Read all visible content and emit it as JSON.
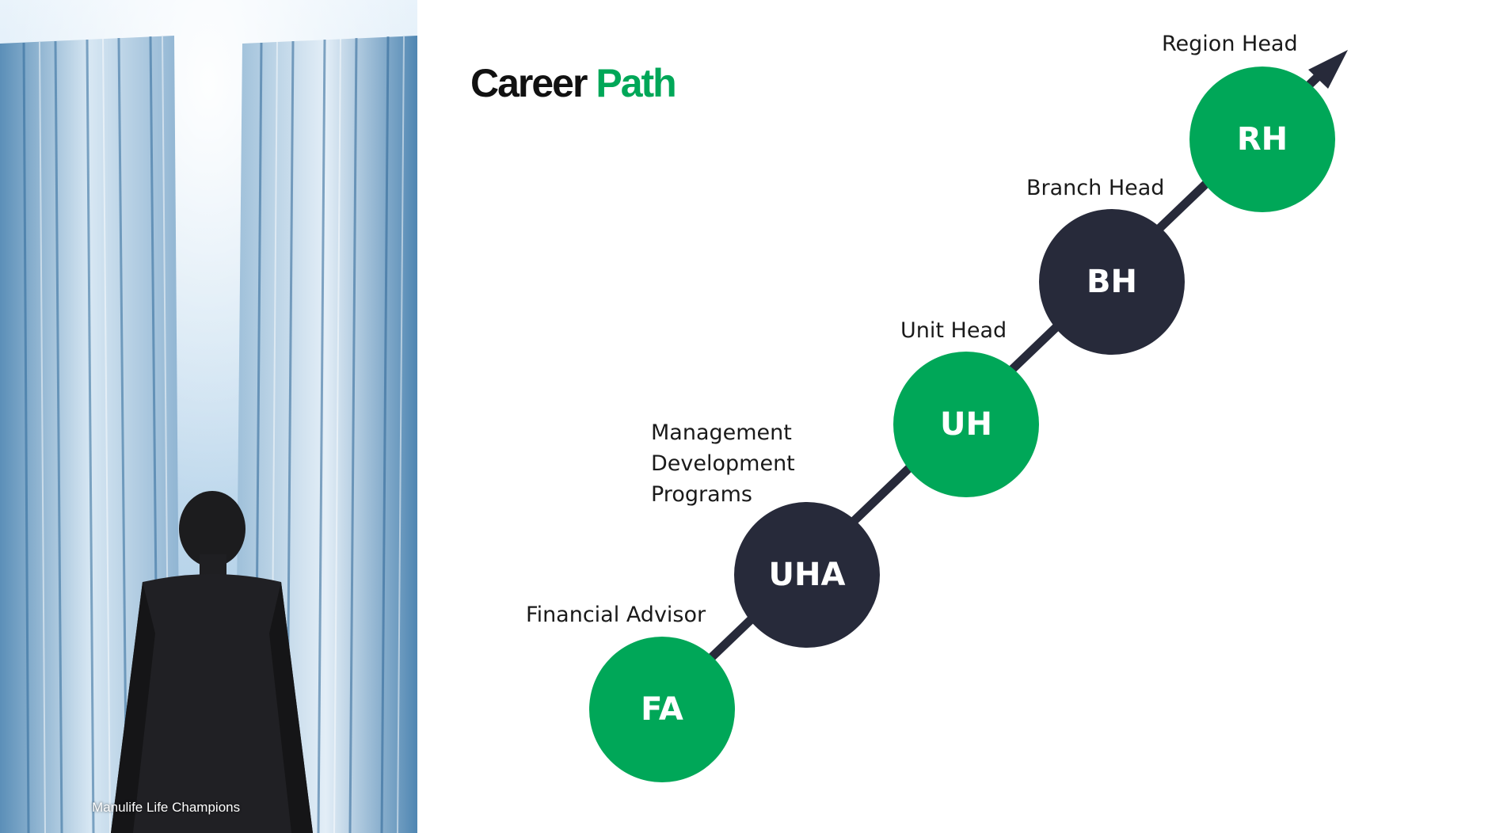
{
  "title": {
    "part1": "Career",
    "part2": "Path"
  },
  "photo": {
    "credit": "Manulife Life Champions"
  },
  "colors": {
    "green": "#00a758",
    "navy": "#272a3a",
    "arrow": "#272a3a"
  },
  "stages": [
    {
      "abbr": "FA",
      "label": "Financial Advisor",
      "color": "green"
    },
    {
      "abbr": "UHA",
      "label": "Management Development Programs",
      "label_lines": [
        "Management",
        "Development",
        "Programs"
      ],
      "color": "navy"
    },
    {
      "abbr": "UH",
      "label": "Unit Head",
      "color": "green"
    },
    {
      "abbr": "BH",
      "label": "Branch Head",
      "color": "navy"
    },
    {
      "abbr": "RH",
      "label": "Region Head",
      "color": "green"
    }
  ]
}
